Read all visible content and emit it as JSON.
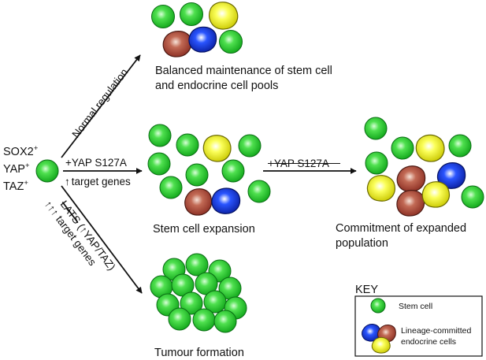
{
  "origin": {
    "markers": [
      {
        "name": "SOX2",
        "sup": "+"
      },
      {
        "name": "YAP",
        "sup": "+"
      },
      {
        "name": "TAZ",
        "sup": "+"
      }
    ]
  },
  "paths": {
    "normal": {
      "label": "Normal regulation"
    },
    "yap": {
      "line1": "+YAP S127A",
      "line2_arrow": "↑",
      "line2_text": "target genes"
    },
    "lats": {
      "line1_struck": "LATS",
      "line1_rest": " (↑YAP/TAZ)",
      "line2_arrows": "↑↑↑",
      "line2_text": " target genes"
    },
    "removal": {
      "label_struck": "+YAP S127A"
    }
  },
  "outcomes": {
    "balanced": {
      "line1": "Balanced maintenance of stem cell",
      "line2": "and endocrine cell pools"
    },
    "expansion": {
      "label": "Stem cell expansion"
    },
    "commitment": {
      "line1": "Commitment of expanded",
      "line2": "population"
    },
    "tumour": {
      "label": "Tumour formation"
    }
  },
  "key": {
    "title": "KEY",
    "stem": "Stem cell",
    "lineage_line1": "Lineage-committed",
    "lineage_line2": "endocrine cells"
  },
  "colors": {
    "stem": "#2ecc40",
    "blue": "#1d3fd6",
    "red": "#b5473a",
    "yellow": "#f2f218",
    "line": "#111111"
  }
}
